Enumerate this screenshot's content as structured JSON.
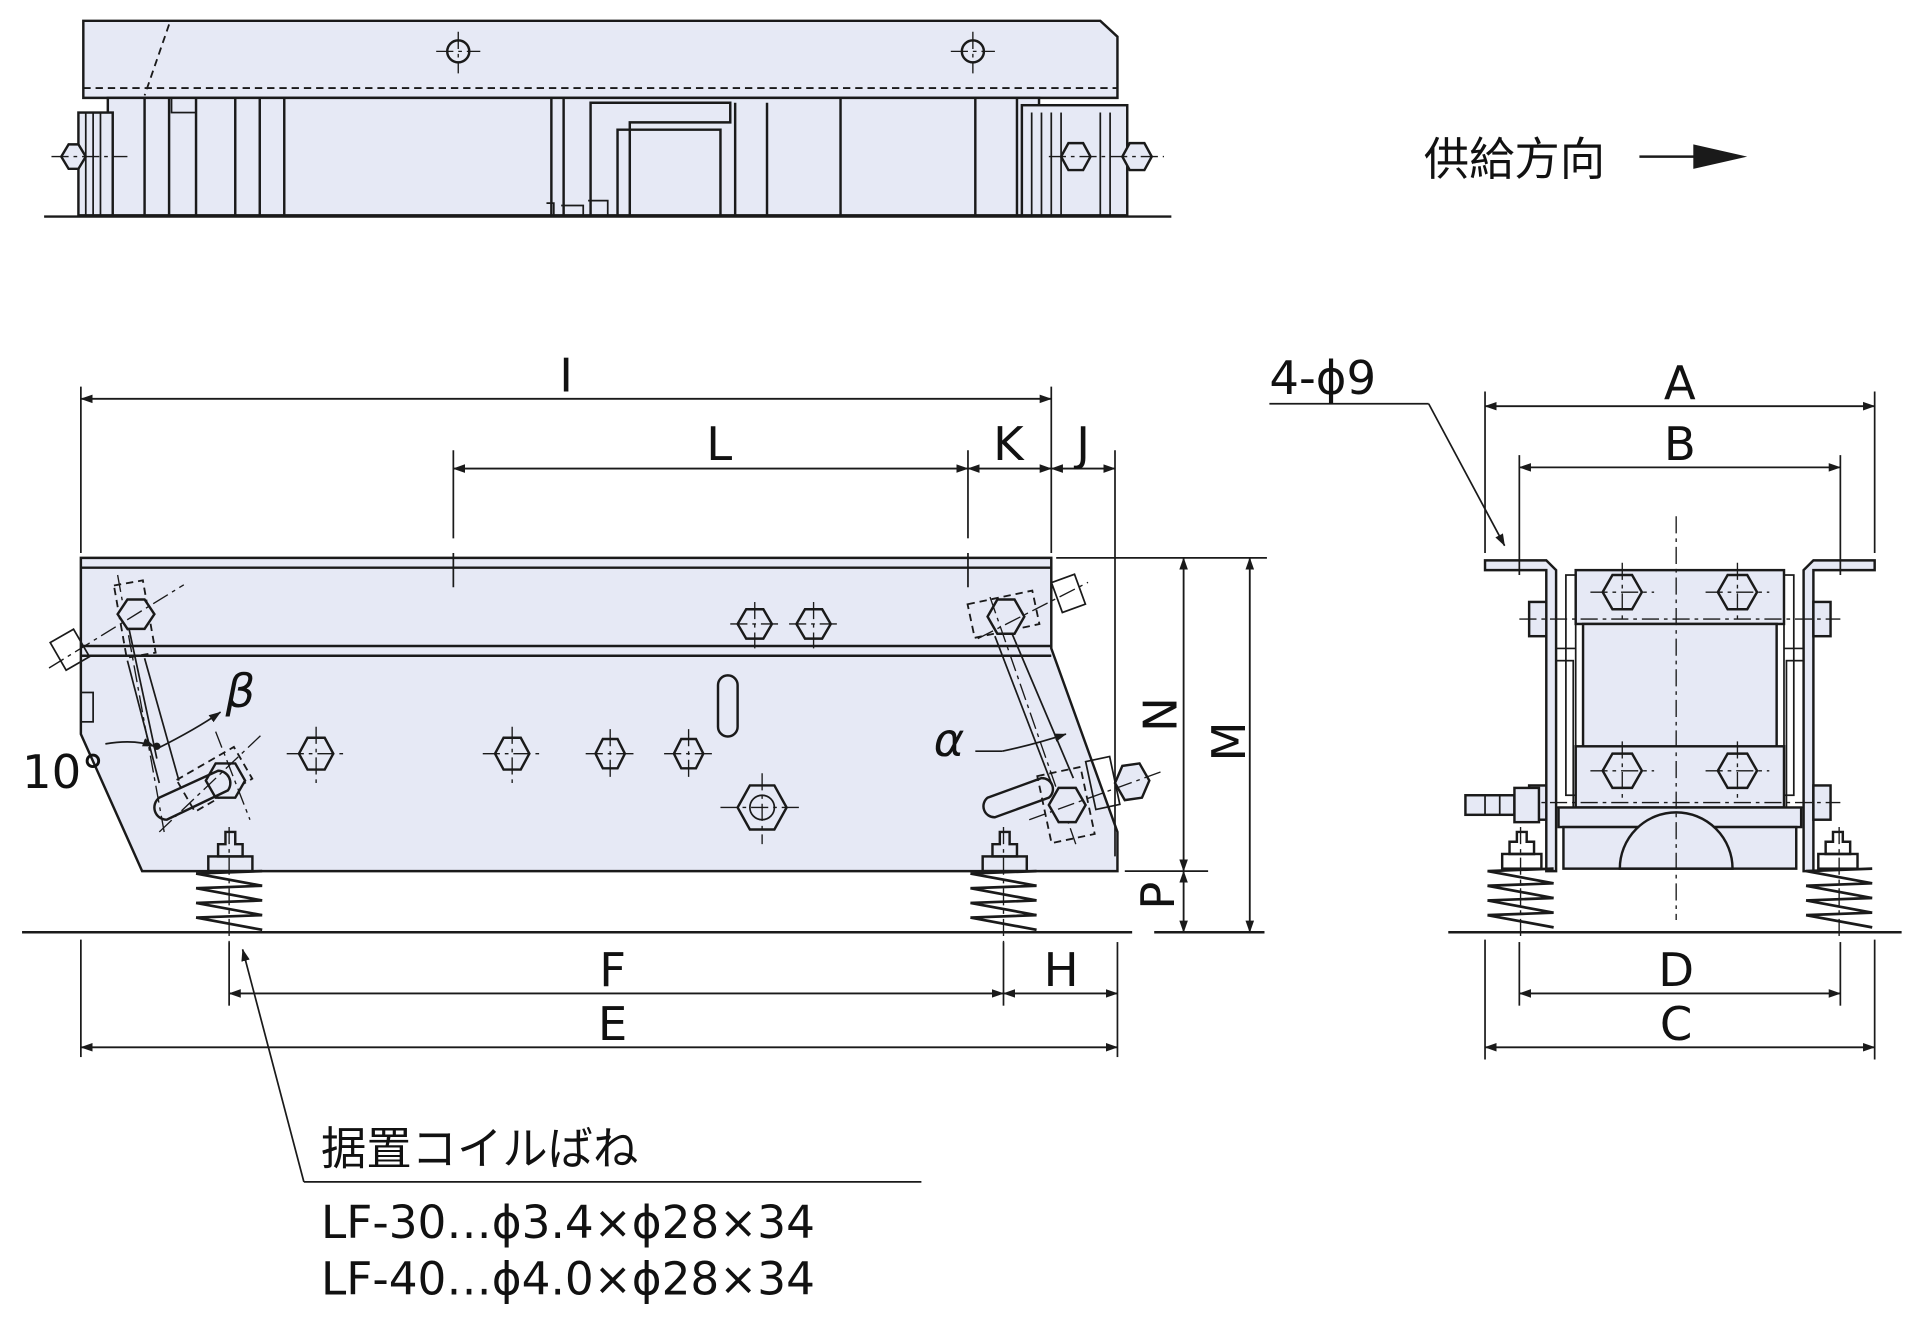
{
  "colors": {
    "part_fill": "#e6e9f5",
    "line": "#1a1a1a",
    "background": "#ffffff"
  },
  "feed_direction": {
    "label": "供給方向",
    "arrow_icon": "right-arrow-icon"
  },
  "side_view": {
    "dimensions": [
      "I",
      "L",
      "K",
      "J",
      "N",
      "M",
      "P",
      "F",
      "H",
      "E"
    ],
    "angles": {
      "beta": "β",
      "alpha": "α",
      "ten_degrees": "10°"
    }
  },
  "end_view": {
    "hole_callout": "4-ϕ9",
    "dimensions": [
      "A",
      "B",
      "D",
      "C"
    ]
  },
  "spring_note": {
    "title": "据置コイルばね",
    "lines": [
      "LF-30…ϕ3.4×ϕ28×34",
      "LF-40…ϕ4.0×ϕ28×34"
    ]
  }
}
